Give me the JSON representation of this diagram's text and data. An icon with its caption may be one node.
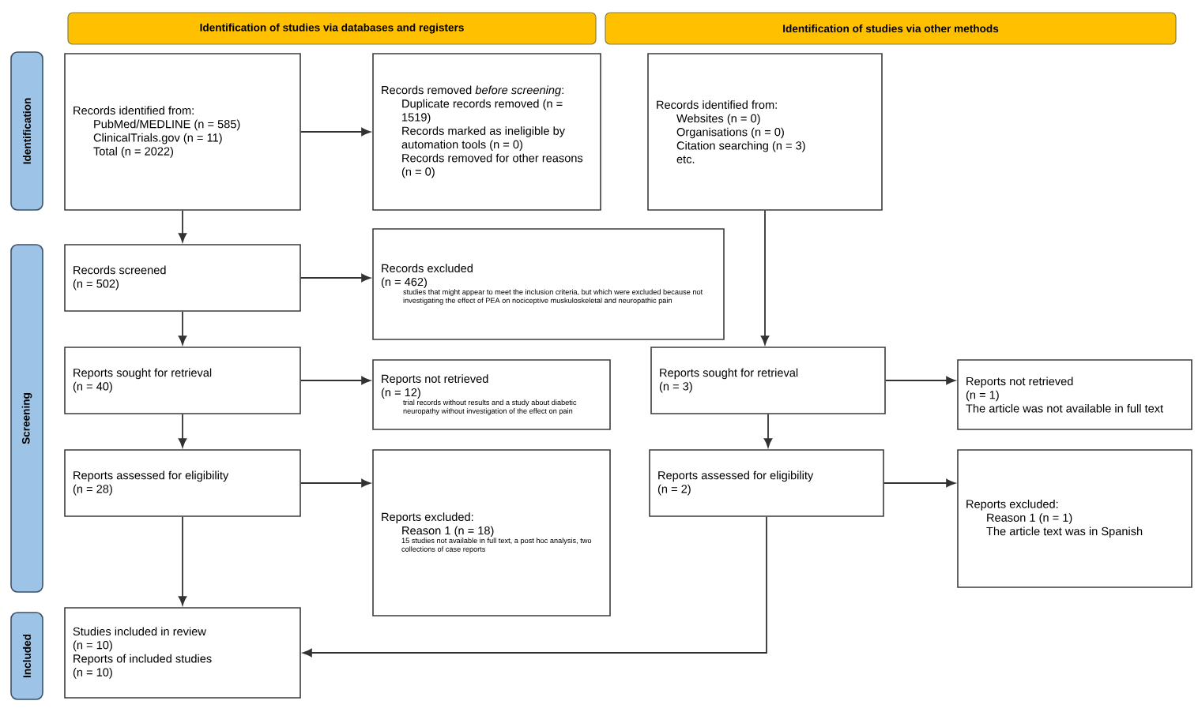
{
  "diagram": {
    "nodes": [
      {
        "text": [
          "Identification of studies via databases and registers"
        ]
      },
      {
        "text": [
          "Identification of studies via other methods"
        ]
      },
      {
        "text": [
          "Identification"
        ]
      },
      {
        "text": [
          "Screening"
        ]
      },
      {
        "text": [
          "Included"
        ]
      },
      {
        "text": [
          "Records identified from:",
          "PubMed/MEDLINE (n = 585)",
          "ClinicalTrials.gov (n = 11)",
          "Total (n = 2022)"
        ]
      },
      {
        "text": [
          "Records removed *before screening*:",
          "Duplicate records removed (n = 1519)",
          "Records marked as ineligible by automation tools (n = 0)",
          "Records removed for other reasons (n = 0)"
        ]
      },
      {
        "text": [
          "Records identified from:",
          "Websites (n = 0)",
          "Organisations (n = 0)",
          "Citation searching (n = 3)",
          "etc."
        ]
      },
      {
        "text": [
          "Records screened",
          "(n = 502)"
        ]
      },
      {
        "text": [
          "Records excluded",
          "(n = 462)",
          "studies that might appear to meet the inclusion criteria, but which were excluded because not investigating the effect of PEA on nociceptive muskuloskeletal and neuropathic pain"
        ]
      },
      {
        "text": [
          "Reports sought for retrieval",
          "(n = 40)"
        ]
      },
      {
        "text": [
          "Reports not retrieved",
          "(n = 12)",
          "trial records without results and a study about diabetic neuropathy without investigation of the effect on pain"
        ]
      },
      {
        "text": [
          "Reports assessed for eligibility",
          "(n = 28)"
        ]
      },
      {
        "text": [
          "Reports excluded:",
          "Reason 1 (n = 18)",
          "15 studies not available in full text, a post hoc analysis, two collections of case reports"
        ]
      },
      {
        "text": [
          "Studies included in review",
          "(n = 10)",
          "Reports of included studies",
          "(n = 10)"
        ]
      },
      {
        "text": [
          "Reports sought for retrieval",
          "(n = 3)"
        ]
      },
      {
        "text": [
          "Reports not retrieved",
          "(n = 1)",
          "The article was not available in full text"
        ]
      },
      {
        "text": [
          "Reports assessed for eligibility",
          "(n = 2)"
        ]
      },
      {
        "text": [
          "Reports excluded:",
          "Reason 1 (n = 1)",
          "The article text was in Spanish"
        ]
      }
    ],
    "edges": [
      {
        "from": 5,
        "to": 8,
        "arrow": "to"
      },
      {
        "from": 5,
        "to": 6,
        "arrow": "to"
      },
      {
        "from": 8,
        "to": 9,
        "arrow": "to"
      },
      {
        "from": 8,
        "to": 10,
        "arrow": "to"
      },
      {
        "from": 10,
        "to": 11,
        "arrow": "to"
      },
      {
        "from": 10,
        "to": 12,
        "arrow": "to"
      },
      {
        "from": 12,
        "to": 13,
        "arrow": "to"
      },
      {
        "from": 12,
        "to": 14,
        "arrow": "to"
      },
      {
        "from": 7,
        "to": 15,
        "arrow": "to"
      },
      {
        "from": 15,
        "to": 16,
        "arrow": "to"
      },
      {
        "from": 15,
        "to": 17,
        "arrow": "to"
      },
      {
        "from": 17,
        "to": 18,
        "arrow": "to"
      },
      {
        "from": 17,
        "to": 14,
        "arrow": "to"
      }
    ]
  }
}
